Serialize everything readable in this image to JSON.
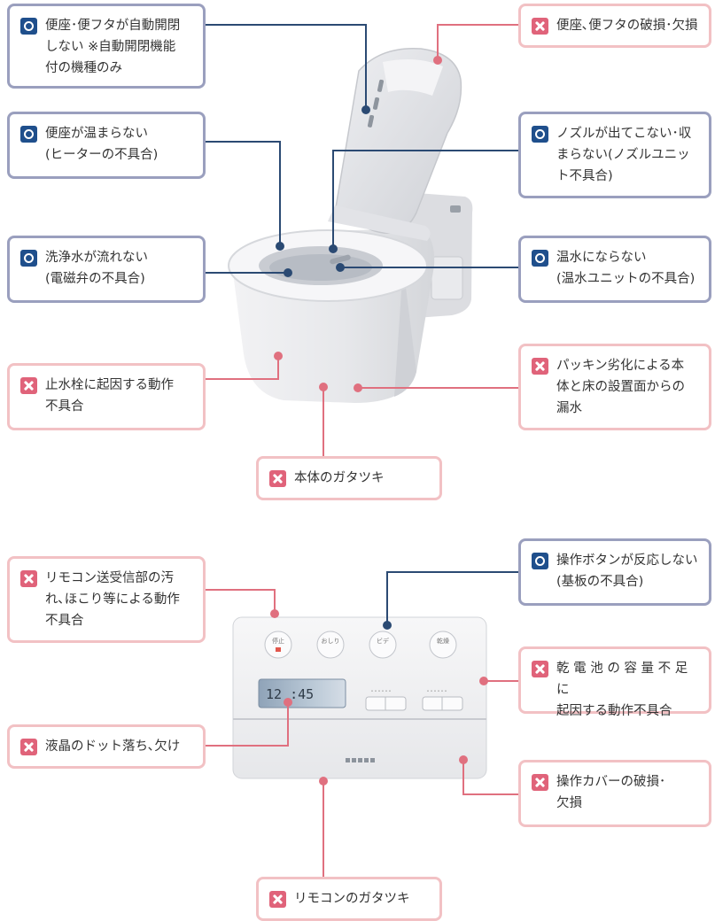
{
  "colors": {
    "ok_border": "#9a9fbe",
    "ok_mark": "#1f4f8c",
    "ng_border": "#f2c1c4",
    "ng_mark": "#e0637a",
    "ok_line": "#2b4a73",
    "ng_line": "#e0707f"
  },
  "toilet_callouts": [
    {
      "kind": "ok",
      "icon": "circle-mark-icon",
      "text": "便座･便フタが自動開閉\nしない ※自動開閉機能\n付の機種のみ"
    },
    {
      "kind": "ng",
      "icon": "cross-mark-icon",
      "text": "便座､便フタの破損･欠損"
    },
    {
      "kind": "ok",
      "icon": "circle-mark-icon",
      "text": "便座が温まらない\n(ヒーターの不具合)"
    },
    {
      "kind": "ok",
      "icon": "circle-mark-icon",
      "text": "ノズルが出てこない･収\nまらない(ノズルユニッ\nト不具合)"
    },
    {
      "kind": "ok",
      "icon": "circle-mark-icon",
      "text": "洗浄水が流れない\n(電磁弁の不具合)"
    },
    {
      "kind": "ok",
      "icon": "circle-mark-icon",
      "text": "温水にならない\n(温水ユニットの不具合)"
    },
    {
      "kind": "ng",
      "icon": "cross-mark-icon",
      "text": "止水栓に起因する動作\n不具合"
    },
    {
      "kind": "ng",
      "icon": "cross-mark-icon",
      "text": "パッキン劣化による本\n体と床の設置面からの\n漏水"
    },
    {
      "kind": "ng",
      "icon": "cross-mark-icon",
      "text": "本体のガタツキ"
    }
  ],
  "remote_callouts": [
    {
      "kind": "ng",
      "icon": "cross-mark-icon",
      "text": "リモコン送受信部の汚\nれ､ほこり等による動作\n不具合"
    },
    {
      "kind": "ok",
      "icon": "circle-mark-icon",
      "text": "操作ボタンが反応しない\n(基板の不具合)"
    },
    {
      "kind": "ng",
      "icon": "cross-mark-icon",
      "text": "乾 電 池 の 容 量 不 足 に\n起因する動作不具合"
    },
    {
      "kind": "ng",
      "icon": "cross-mark-icon",
      "text": "液晶のドット落ち､欠け"
    },
    {
      "kind": "ng",
      "icon": "cross-mark-icon",
      "text": "操作カバーの破損･\n欠損"
    },
    {
      "kind": "ng",
      "icon": "cross-mark-icon",
      "text": "リモコンのガタツキ"
    }
  ],
  "remote": {
    "display_time": "12 :45",
    "buttons": [
      "停止",
      "おしり",
      "ビデ",
      "乾燥"
    ],
    "dots": "･･････"
  }
}
